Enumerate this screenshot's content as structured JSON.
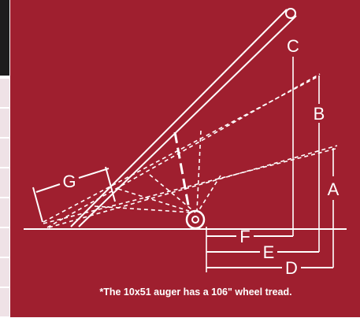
{
  "diagram": {
    "labels": {
      "a": "A",
      "b": "B",
      "c": "C",
      "d": "D",
      "e": "E",
      "f": "F",
      "g": "G"
    },
    "footnote": "*The 10x51 auger has a 106\" wheel tread."
  },
  "colors": {
    "background": "#9f1f2f",
    "lines": "#ffffff"
  }
}
